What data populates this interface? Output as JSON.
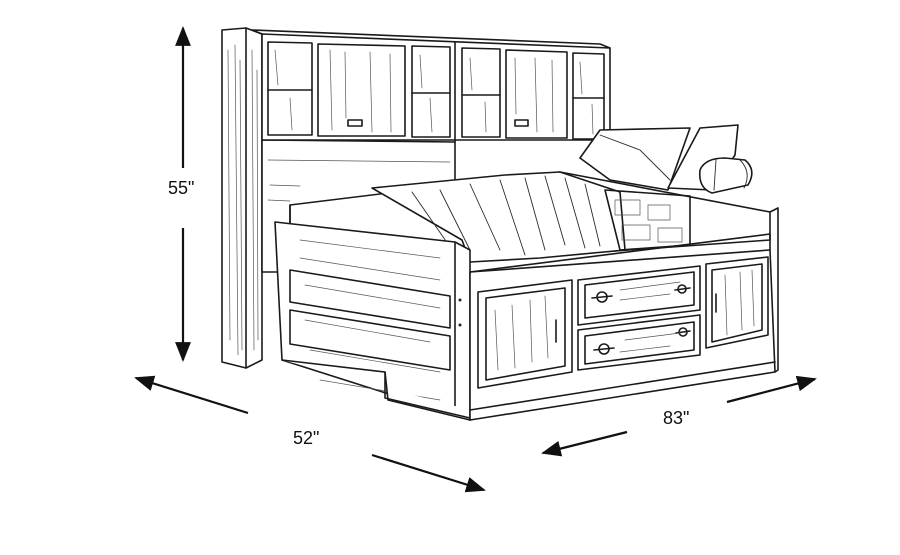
{
  "dimensions": {
    "height": "55\"",
    "width": "52\"",
    "length": "83\""
  },
  "icons": {
    "furniture": "bookcase-daybed-with-storage-drawers-sketch-icon",
    "height_arrow": "vertical-double-arrow-icon",
    "width_arrow": "diagonal-double-arrow-icon",
    "length_arrow": "diagonal-double-arrow-icon"
  },
  "colors": {
    "line": "#1a1a1a",
    "background": "#ffffff"
  }
}
